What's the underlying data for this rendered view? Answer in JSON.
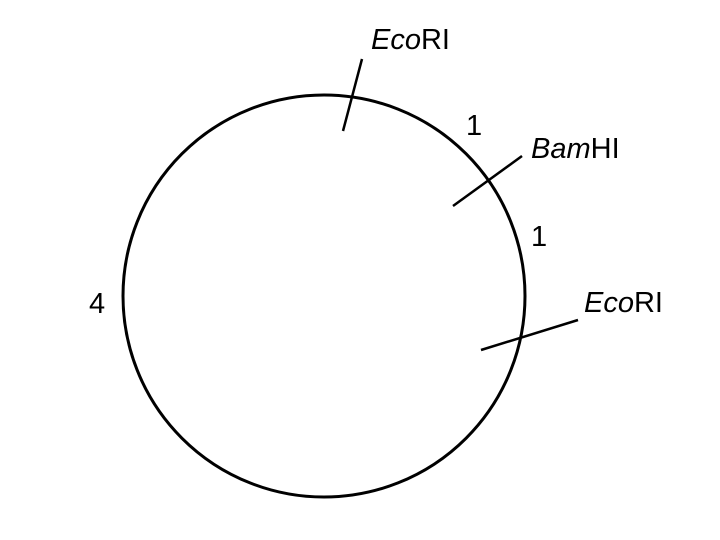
{
  "diagram": {
    "type": "plasmid-restriction-map",
    "colors": {
      "line": "#000000",
      "background": "#ffffff"
    },
    "restriction_sites": [
      {
        "enzyme_italic": "Eco",
        "enzyme_plain": "RI"
      },
      {
        "enzyme_italic": "Bam",
        "enzyme_plain": "HI"
      },
      {
        "enzyme_italic": "Eco",
        "enzyme_plain": "RI"
      }
    ],
    "fragment_sizes": [
      {
        "label": "1"
      },
      {
        "label": "1"
      },
      {
        "label": "4"
      }
    ]
  }
}
